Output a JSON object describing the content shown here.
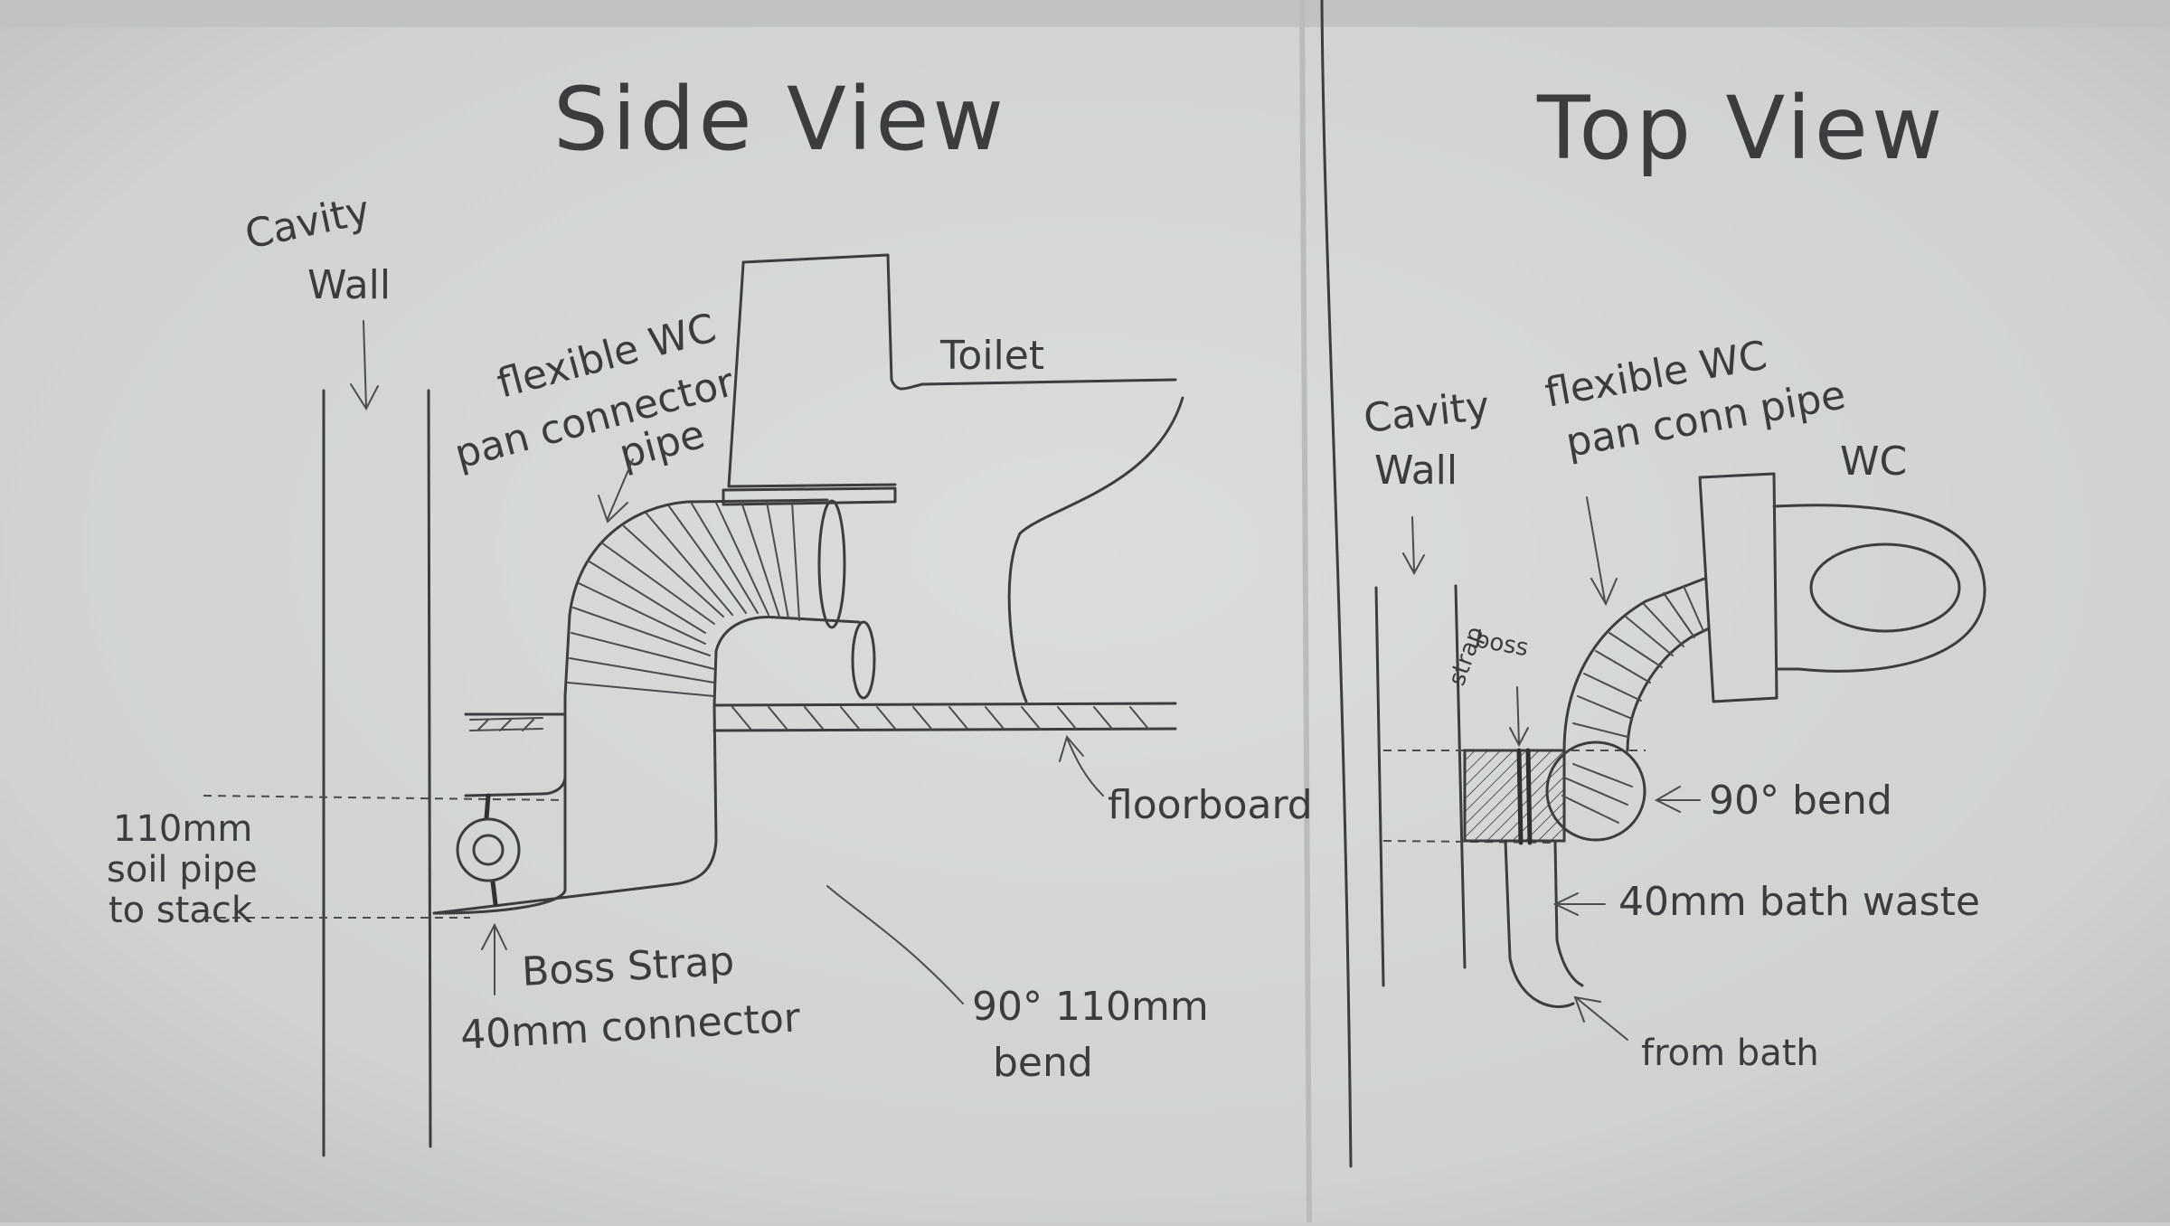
{
  "side_view": {
    "title": "Side View",
    "cavity_wall_line1": "Cavity",
    "cavity_wall_line2": "Wall",
    "connector_line1": "flexible WC",
    "connector_line2": "pan connector",
    "connector_line3": "pipe",
    "toilet": "Toilet",
    "floorboard": "floorboard",
    "soil_line1": "110mm",
    "soil_line2": "soil pipe",
    "soil_line3": "to stack",
    "boss_line1": "Boss Strap",
    "boss_line2": "40mm connector",
    "bend_line1": "90° 110mm",
    "bend_line2": "bend"
  },
  "top_view": {
    "title": "Top View",
    "cavity_wall_line1": "Cavity",
    "cavity_wall_line2": "Wall",
    "connector_line1": "flexible WC",
    "connector_line2": "pan conn pipe",
    "wc": "WC",
    "boss_line1": "boss",
    "boss_line2": "strap",
    "bend": "90° bend",
    "bath_waste": "40mm bath waste",
    "from_bath": "from bath"
  },
  "colors": {
    "paper": "#d6d9d7",
    "pencil": "#3b3d3e"
  }
}
